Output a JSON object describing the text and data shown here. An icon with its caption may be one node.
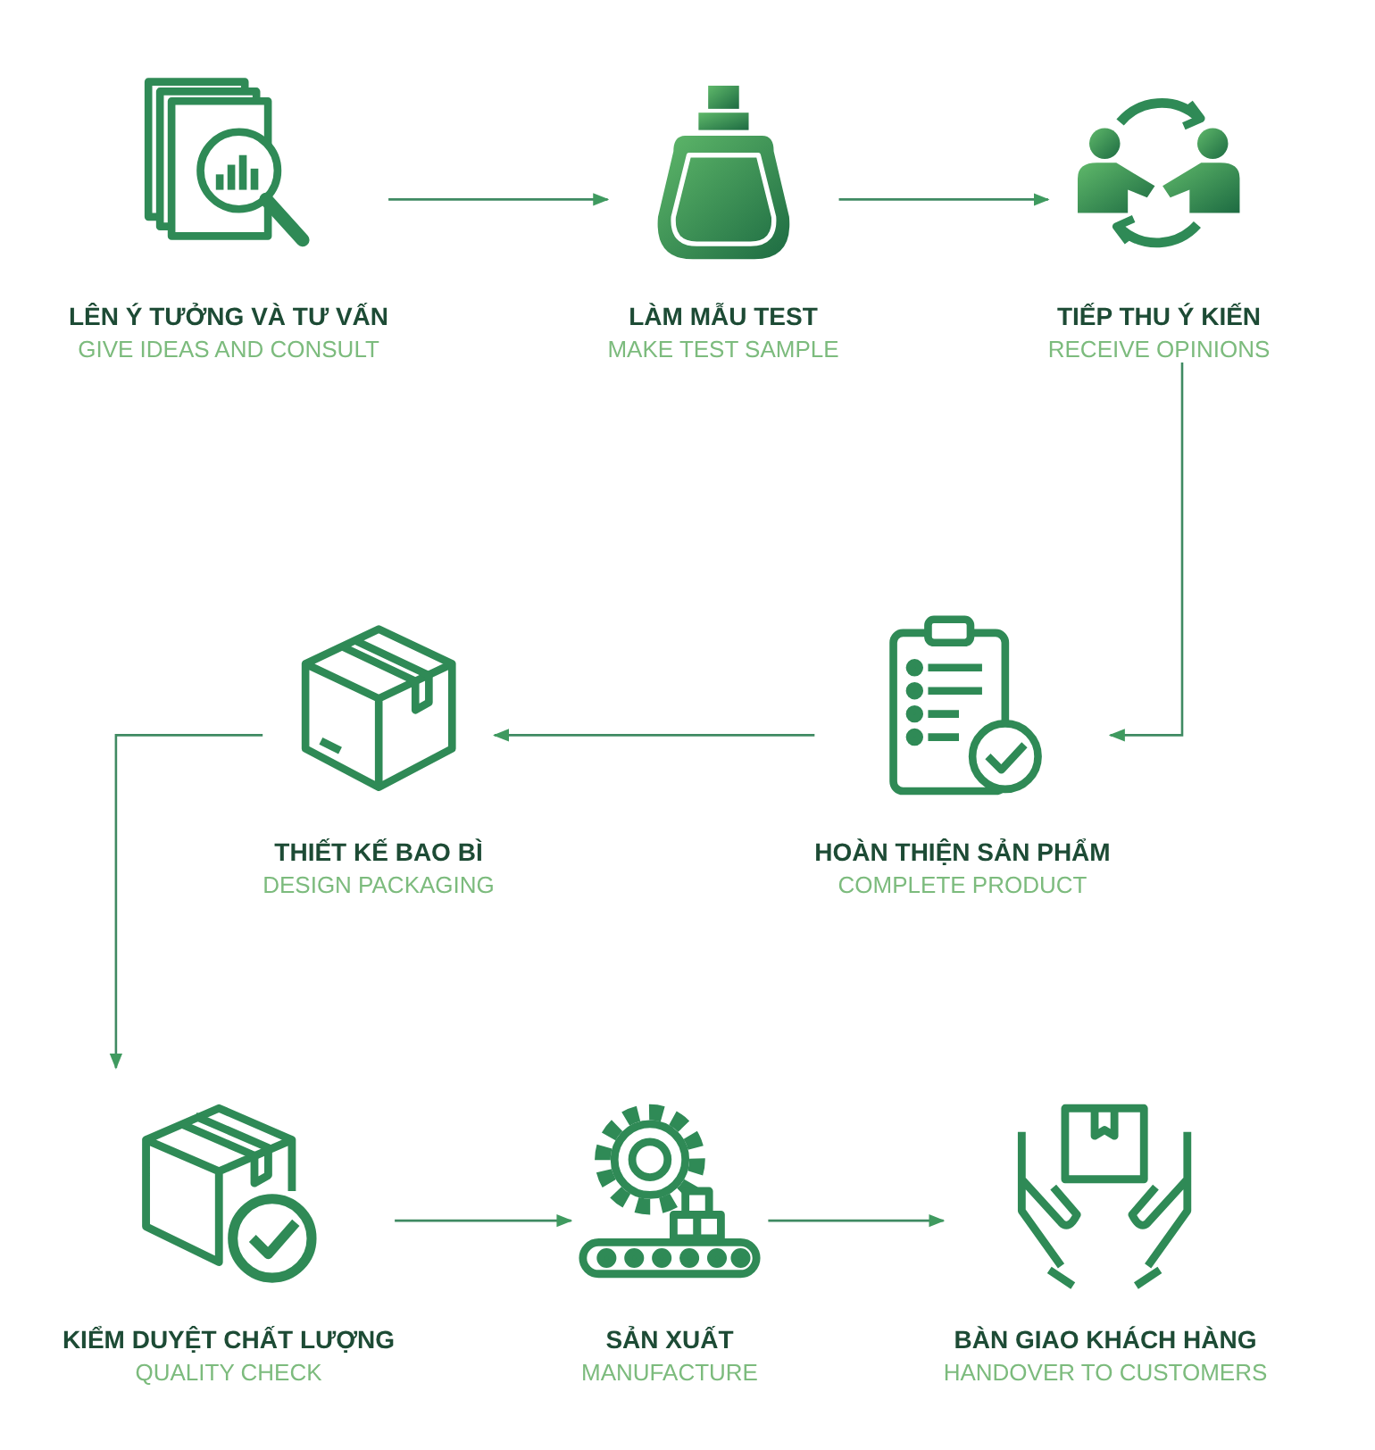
{
  "diagram": {
    "nodes": [
      {
        "text": [
          "LÊN Ý TƯỞNG VÀ TƯ VẤN",
          "GIVE IDEAS AND CONSULT"
        ]
      },
      {
        "text": [
          "LÀM MẪU TEST",
          "MAKE TEST SAMPLE"
        ]
      },
      {
        "text": [
          "TIẾP THU Ý KIẾN",
          "RECEIVE OPINIONS"
        ]
      },
      {
        "text": [
          "HOÀN THIỆN SẢN PHẨM",
          "COMPLETE PRODUCT"
        ]
      },
      {
        "text": [
          "THIẾT KẾ BAO BÌ",
          "DESIGN PACKAGING"
        ]
      },
      {
        "text": [
          "KIỂM DUYỆT CHẤT LƯỢNG",
          "QUALITY CHECK"
        ]
      },
      {
        "text": [
          "SẢN XUẤT",
          "MANUFACTURE"
        ]
      },
      {
        "text": [
          "BÀN GIAO KHÁCH HÀNG",
          "HANDOVER TO CUSTOMERS"
        ]
      }
    ],
    "edges": [
      {
        "from": 0,
        "to": 1,
        "arrow": "to"
      },
      {
        "from": 1,
        "to": 2,
        "arrow": "to"
      },
      {
        "from": 2,
        "to": 3,
        "arrow": "to"
      },
      {
        "from": 3,
        "to": 4,
        "arrow": "to"
      },
      {
        "from": 4,
        "to": 5,
        "arrow": "to"
      },
      {
        "from": 5,
        "to": 6,
        "arrow": "to"
      },
      {
        "from": 6,
        "to": 7,
        "arrow": "to"
      }
    ]
  }
}
